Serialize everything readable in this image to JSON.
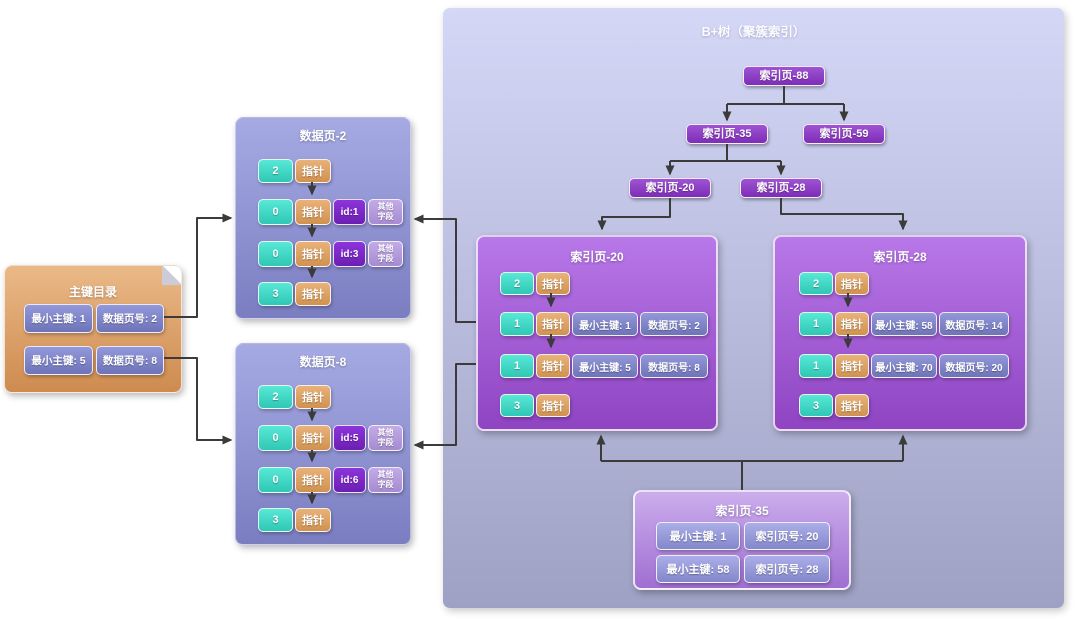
{
  "colors": {
    "arrow": "#3b3b3b",
    "panel_top": "#d4d7f6",
    "panel_bottom": "#9ea1c3",
    "data_top": "#a6aae3",
    "data_bottom": "#7a7ec1",
    "index_top": "#b878e8",
    "index_bottom": "#8f44c2",
    "bottom_top": "#cbadec",
    "bottom_bottom": "#a06fd2",
    "node_top": "#9e53d3",
    "node_bottom": "#7e2db7",
    "dir_top": "#eab988",
    "dir_bottom": "#ce8b4f",
    "cyan_top": "#58e8d6",
    "cyan_bottom": "#2fc7b5",
    "orange_top": "#e9b27a",
    "orange_bottom": "#d0924f",
    "violet_top": "#8c34dc",
    "violet_bottom": "#6c1fb2",
    "ghost_top": "#c2abe7",
    "ghost_bottom": "#a68bd1",
    "slate_top": "#9298da",
    "slate_bottom": "#6f74b8",
    "peri_top": "#abaee8",
    "peri_bottom": "#8387cb",
    "fold": "#cbccd8"
  },
  "panel": {
    "title": "B+树（聚簇索引）"
  },
  "tree": {
    "root": "索引页-88",
    "level2": [
      "索引页-35",
      "索引页-59"
    ],
    "level3": [
      "索引页-20",
      "索引页-28"
    ]
  },
  "directory": {
    "title": "主键目录",
    "rows": [
      [
        "最小主键: 1",
        "数据页号: 2"
      ],
      [
        "最小主键: 5",
        "数据页号: 8"
      ]
    ]
  },
  "data_page_2": {
    "title": "数据页-2",
    "rows": [
      [
        "2",
        "指针"
      ],
      [
        "0",
        "指针",
        "id:1",
        "其他字段"
      ],
      [
        "0",
        "指针",
        "id:3",
        "其他字段"
      ],
      [
        "3",
        "指针"
      ]
    ]
  },
  "data_page_8": {
    "title": "数据页-8",
    "rows": [
      [
        "2",
        "指针"
      ],
      [
        "0",
        "指针",
        "id:5",
        "其他字段"
      ],
      [
        "0",
        "指针",
        "id:6",
        "其他字段"
      ],
      [
        "3",
        "指针"
      ]
    ]
  },
  "index_page_20": {
    "title": "索引页-20",
    "rows": [
      [
        "2",
        "指针"
      ],
      [
        "1",
        "指针",
        "最小主键: 1",
        "数据页号: 2"
      ],
      [
        "1",
        "指针",
        "最小主键: 5",
        "数据页号: 8"
      ],
      [
        "3",
        "指针"
      ]
    ]
  },
  "index_page_28": {
    "title": "索引页-28",
    "rows": [
      [
        "2",
        "指针"
      ],
      [
        "1",
        "指针",
        "最小主键: 58",
        "数据页号: 14"
      ],
      [
        "1",
        "指针",
        "最小主键: 70",
        "数据页号: 20"
      ],
      [
        "3",
        "指针"
      ]
    ]
  },
  "index_page_35": {
    "title": "索引页-35",
    "rows": [
      [
        "最小主键: 1",
        "索引页号: 20"
      ],
      [
        "最小主键: 58",
        "索引页号: 28"
      ]
    ]
  }
}
